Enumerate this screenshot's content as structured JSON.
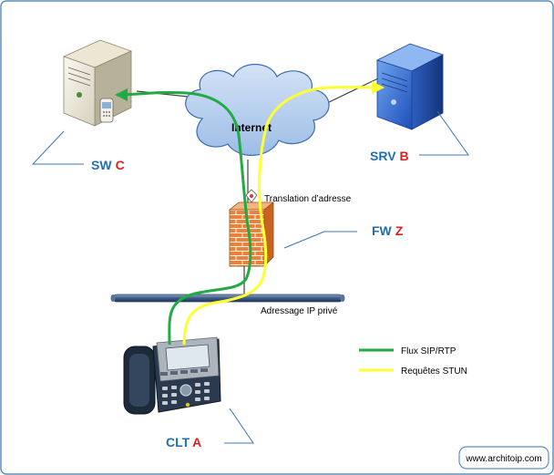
{
  "nodes": {
    "sw": {
      "name": "SW",
      "letter": "C"
    },
    "srv": {
      "name": "SRV",
      "letter": "B"
    },
    "fw": {
      "name": "FW",
      "letter": "Z"
    },
    "clt": {
      "name": "CLT",
      "letter": "A"
    }
  },
  "cloud": {
    "label": "Internet"
  },
  "annotations": {
    "nat": "Translation d’adresse",
    "private_addressing": "Adressage IP privé"
  },
  "legend": [
    {
      "label": "Flux SIP/RTP",
      "color": "#22aa44"
    },
    {
      "label": "Requêtes STUN",
      "color": "#ffff33"
    }
  ],
  "footer": {
    "site": "www.architoip.com"
  },
  "colors": {
    "name_blue": "#1f6fb2",
    "letter_red": "#e02020",
    "frame": "#5a8fc0"
  }
}
